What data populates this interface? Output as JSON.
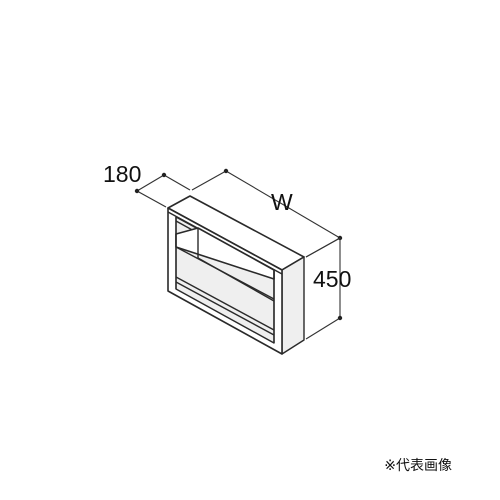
{
  "dimensions": {
    "depth": "180",
    "width": "W",
    "height": "450"
  },
  "note": "※代表画像"
}
